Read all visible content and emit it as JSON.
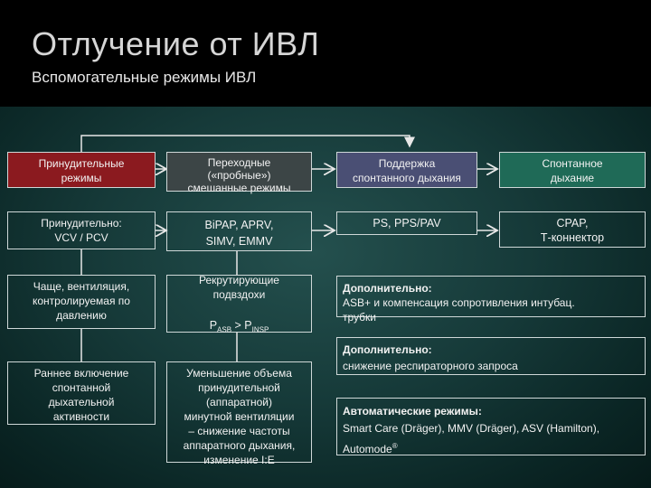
{
  "header": {
    "title": "Отлучение от ИВЛ",
    "subtitle": "Вспомогательные режимы ИВЛ"
  },
  "colors": {
    "mandatory": "#8b1a1f",
    "transitional": "#3c4546",
    "support": "#4a4f74",
    "spontaneous": "#1f6a57",
    "background": "#163a39"
  },
  "diagram": {
    "col1": {
      "header": "Принудительные\nрежимы",
      "row2": "Принудительно:\nVCV / PCV",
      "row3": "Чаще, вентиляция,\nконтролируемая по\nдавлению",
      "row4": "Раннее включение\nспонтанной\nдыхательной\nактивности"
    },
    "col2": {
      "header": "Переходные\n(«пробные»)\nсмешанные режимы",
      "row2": "BiPAP, APRV,\nSIMV, EMMV",
      "row3": "Рекрутирующие\nподвздохи",
      "row3_formula": {
        "p1": "P",
        "sub1": "ASB",
        "op": " > ",
        "p2": "P",
        "sub2": "INSP"
      },
      "row4": "Уменьшение объема\nпринудительной\n(аппаратной)\nминутной вентиляции\n– снижение частоты\nаппаратного дыхания,\nизменение I:E"
    },
    "col3": {
      "header": "Поддержка\nспонтанного дыхания",
      "row2": "PS, PPS/PAV"
    },
    "col4": {
      "header": "Спонтанное\nдыхание",
      "row2": "CPAP,\nТ-коннектор"
    },
    "wide1": {
      "title": "Дополнительно:",
      "text": "ASB+ и компенсация сопротивления интубац.\nтрубки"
    },
    "wide2": {
      "title": "Дополнительно:",
      "text": "снижение респираторного запроса"
    },
    "wide3": {
      "title": "Автоматические режимы:",
      "text": "Smart Care (Dräger), MMV (Dräger), ASV (Hamilton),",
      "text2": "Automode",
      "reg": "®"
    }
  }
}
